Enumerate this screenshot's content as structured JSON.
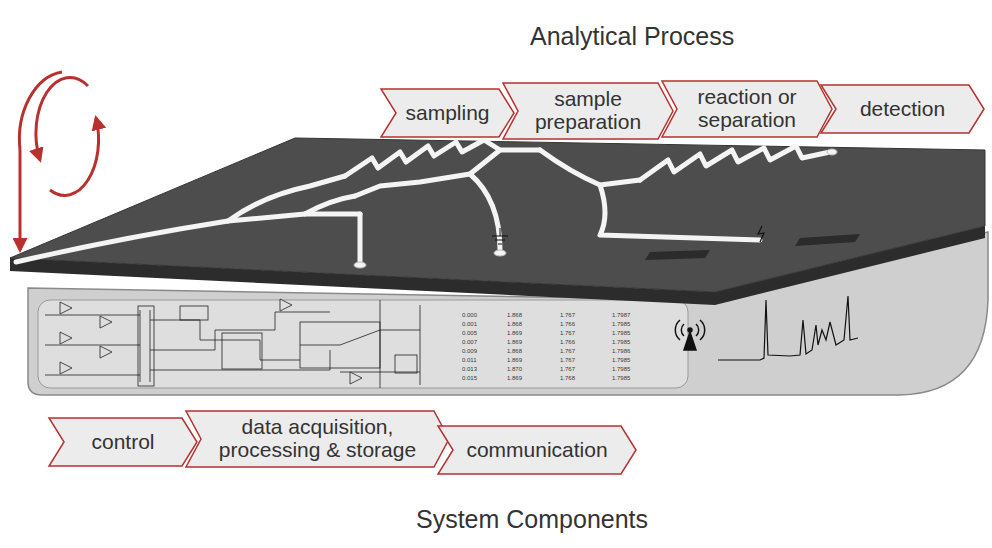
{
  "diagram": {
    "title": "Analytical Process",
    "caption": "System Components",
    "nodes": [
      {
        "text": [
          "sampling"
        ]
      },
      {
        "text": [
          "sample preparation"
        ]
      },
      {
        "text": [
          "reaction or separation"
        ]
      },
      {
        "text": [
          "detection"
        ]
      },
      {
        "text": [
          "control"
        ]
      },
      {
        "text": [
          "data acquisition, processing & storage"
        ]
      },
      {
        "text": [
          "communication"
        ]
      }
    ],
    "labels": [
      "0.000",
      "1.868",
      "1.767",
      "1.7987",
      "0.001",
      "1.868",
      "1.766",
      "1.7985",
      "0.005",
      "1.869",
      "1.767",
      "1.7985",
      "0.007",
      "1.869",
      "1.766",
      "1.7985",
      "0.009",
      "1.868",
      "1.767",
      "1.7986",
      "0.011",
      "1.869",
      "1.767",
      "1.7985",
      "0.013",
      "1.870",
      "1.767",
      "1.7985",
      "0.015",
      "1.869",
      "1.768",
      "1.7985"
    ]
  }
}
